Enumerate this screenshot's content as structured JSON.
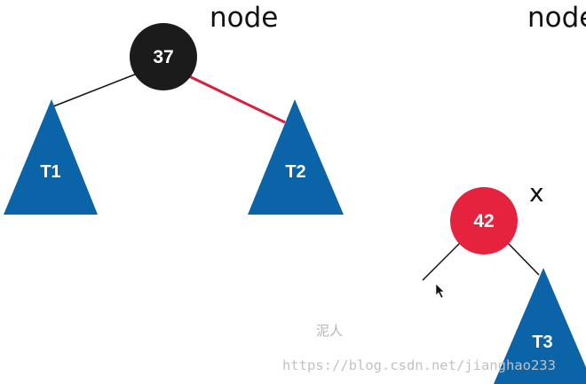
{
  "labels": {
    "node_left": "node",
    "node_right": "node",
    "x_label": "x"
  },
  "nodes": {
    "black": {
      "value": "37",
      "color": "#1b1b1b"
    },
    "red": {
      "value": "42",
      "color": "#e5233f"
    }
  },
  "subtrees": {
    "t1": {
      "label": "T1"
    },
    "t2": {
      "label": "T2"
    },
    "t3": {
      "label": "T3"
    },
    "color": "#0b64a8"
  },
  "edges": {
    "black_color": "#111111",
    "red_color": "#d8203a"
  },
  "watermark": {
    "author": "泥人",
    "url": "https://blog.csdn.net/jianghao233"
  }
}
